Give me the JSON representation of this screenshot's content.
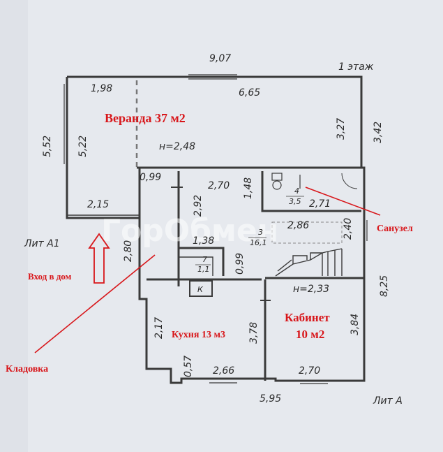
{
  "floor_label": "1 этаж",
  "lit_a1": "Лит А1",
  "lit_a": "Лит А",
  "watermark": "ГорОбмен",
  "dimensions": {
    "top_total": "9,07",
    "veranda_left_w": "1,98",
    "veranda_right_w": "6,65",
    "right_outer": "3,42",
    "veranda_inner_h": "3,27",
    "left_outer": "5,52",
    "left_inner": "5,22",
    "height_veranda": "н=2,48",
    "d_099a": "0,99",
    "d_270a": "2,70",
    "d_148": "1,48",
    "d_292": "2,92",
    "d_215": "2,15",
    "d_271": "2,71",
    "d_286": "2,86",
    "d_240": "2,40",
    "d_280": "2,80",
    "d_138": "1,38",
    "d_099b": "0,99",
    "d_825": "8,25",
    "height_cab": "н=2,33",
    "d_217": "2,17",
    "d_378": "3,78",
    "d_384": "3,84",
    "d_057": "0,57",
    "d_266": "2,66",
    "d_270b": "2,70",
    "bottom_total": "5,95"
  },
  "rooms": {
    "r4_num": "4",
    "r4_area": "3,5",
    "r3_num": "3",
    "r3_area": "16,1",
    "r7_num": "7",
    "r7_area": "1,1",
    "stove": "К"
  },
  "annotations": {
    "veranda": "Веранда 37 м2",
    "sanuzel": "Санузел",
    "entrance": "Вход в дом",
    "kitchen": "Кухня 13 м3",
    "cabinet_1": "Кабинет",
    "cabinet_2": "10 м2",
    "storage": "Кладовка"
  },
  "colors": {
    "annotation": "#d8161a",
    "background": "#e6e9ee",
    "lines": "#3a3a3a"
  }
}
